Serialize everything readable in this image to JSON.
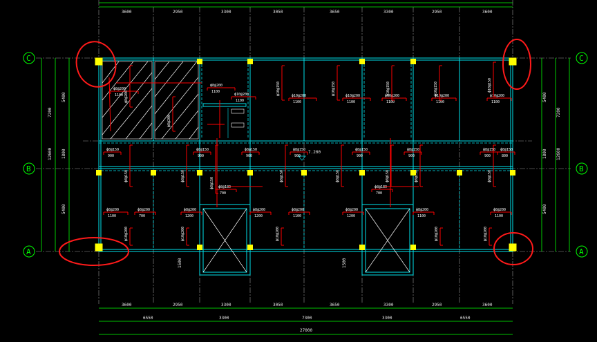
{
  "colors": {
    "background": "#000000",
    "beam": "#00e5ee",
    "dimension": "#00ff00",
    "column": "#ffff00",
    "rebar": "#ff0000",
    "annotation": "#ff1a1a"
  },
  "axes_rows": [
    "C",
    "B",
    "A"
  ],
  "top_dims": [
    "3600",
    "2950",
    "3300",
    "3050",
    "3650",
    "3300",
    "2950",
    "3600"
  ],
  "bottom_dims_1": [
    "3600",
    "2950",
    "3300",
    "3050",
    "3650",
    "3300",
    "2950",
    "3600"
  ],
  "bottom_dims_2": [
    "6550",
    "3300",
    "7300",
    "3300",
    "6550"
  ],
  "bottom_total": "27000",
  "left_dims_inner": [
    "5400",
    "1800",
    "5400"
  ],
  "left_dims_outer": [
    "7200",
    "12600"
  ],
  "right_dims_inner": [
    "5400",
    "1800",
    "5400"
  ],
  "right_dims_outer": [
    "7200",
    "12600"
  ],
  "corridor_label": "7.200",
  "stair_dims": [
    "1500",
    "1500"
  ],
  "rebar_labels": {
    "spec_a": "ф8@200",
    "spec_b": "ф8@150",
    "spec_c": "ф10@200",
    "spec_d": "ф10@150",
    "spec_e": "ф8@180",
    "len_a": "1100",
    "len_b": "1200",
    "len_c": "900",
    "len_d": "800",
    "len_e": "700"
  }
}
